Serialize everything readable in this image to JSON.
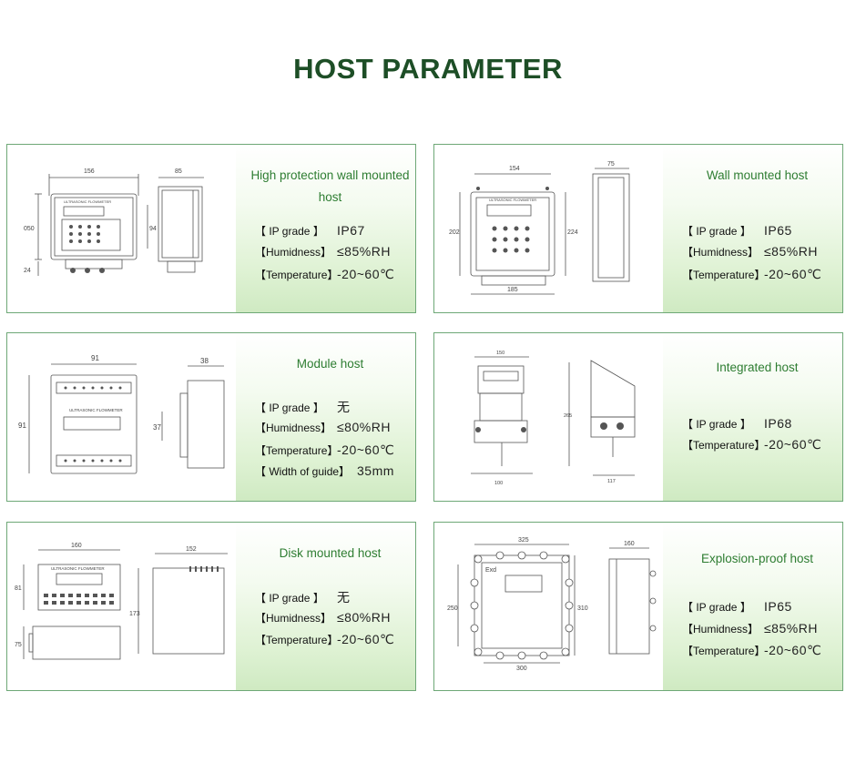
{
  "page_title": "HOST PARAMETER",
  "cards": [
    {
      "title": "High protection wall mounted host",
      "specs": [
        {
          "label": "【 IP grade 】",
          "value": "IP67"
        },
        {
          "label": "【Humidness】",
          "value": "≤85%RH"
        },
        {
          "label": "【Temperature】",
          "value": "-20~60℃"
        }
      ],
      "dims": [
        "156",
        "85",
        "050",
        "94",
        "24"
      ],
      "device_text": "ULTRASONIC FLOWMETER"
    },
    {
      "title": "Wall mounted host",
      "specs": [
        {
          "label": "【 IP grade 】",
          "value": "IP65"
        },
        {
          "label": "【Humidness】",
          "value": "≤85%RH"
        },
        {
          "label": "【Temperature】",
          "value": "-20~60℃"
        }
      ],
      "dims": [
        "154",
        "75",
        "202",
        "224",
        "185"
      ],
      "device_text": "ULTRASONIC FLOWMETER"
    },
    {
      "title": "Module host",
      "specs": [
        {
          "label": "【 IP grade 】",
          "value": "无"
        },
        {
          "label": "【Humidness】",
          "value": "≤80%RH"
        },
        {
          "label": "【Temperature】",
          "value": "-20~60℃"
        },
        {
          "label": "【 Width of guide】",
          "value": "35mm"
        }
      ],
      "dims": [
        "91",
        "38",
        "91",
        "37"
      ],
      "device_text": "ULTRASONIC FLOWMETER"
    },
    {
      "title": "Integrated host",
      "specs": [
        {
          "label": "【 IP grade 】",
          "value": "IP68"
        },
        {
          "label": "【Temperature】",
          "value": "-20~60℃"
        }
      ],
      "dims": [
        "150",
        "265",
        "100",
        "117"
      ],
      "device_text": ""
    },
    {
      "title": "Disk mounted host",
      "specs": [
        {
          "label": "【 IP grade 】",
          "value": "无"
        },
        {
          "label": "【Humidness】",
          "value": "≤80%RH"
        },
        {
          "label": "【Temperature】",
          "value": "-20~60℃"
        }
      ],
      "dims": [
        "160",
        "152",
        "81",
        "173",
        "75"
      ],
      "device_text": "ULTRASONIC FLOWMETER"
    },
    {
      "title": "Explosion-proof host",
      "specs": [
        {
          "label": "【 IP grade 】",
          "value": "IP65"
        },
        {
          "label": "【Humidness】",
          "value": "≤85%RH"
        },
        {
          "label": "【Temperature】",
          "value": "-20~60℃"
        }
      ],
      "dims": [
        "325",
        "160",
        "250",
        "310",
        "300"
      ],
      "device_text": "Exd"
    }
  ]
}
